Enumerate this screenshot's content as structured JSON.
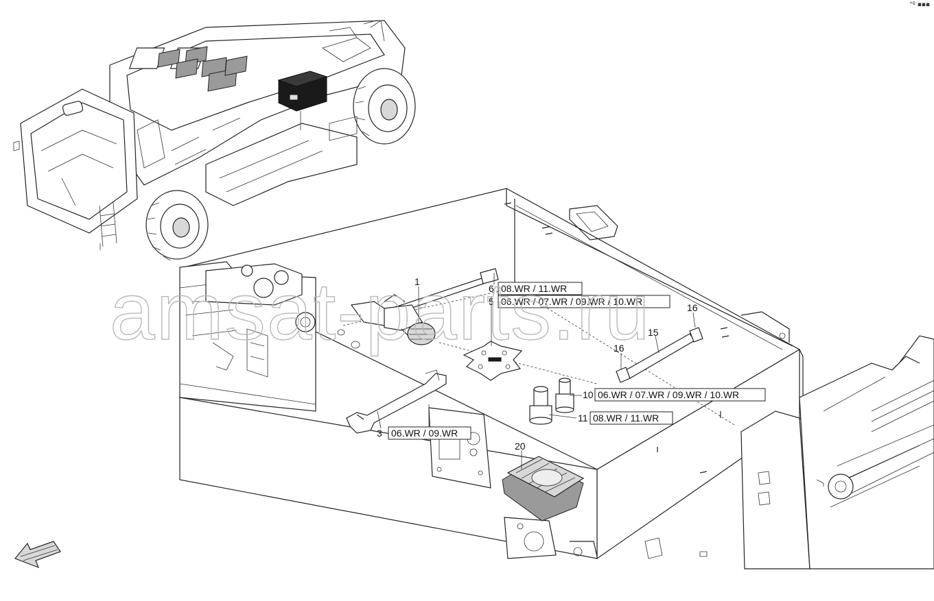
{
  "corner_mark": "°º ▪▪▪",
  "watermark": "amsat-parts.ru",
  "callouts": {
    "c1": {
      "num": "1"
    },
    "c3": {
      "num": "3",
      "code": "06.WR / 09.WR"
    },
    "c5": {
      "num": "5",
      "code": "06.WR / 07.WR / 09.WR / 10.WR"
    },
    "c6": {
      "num": "6",
      "code": "08.WR / 11.WR"
    },
    "c10": {
      "num": "10",
      "code": "06.WR / 07.WR / 09.WR / 10.WR"
    },
    "c11": {
      "num": "11",
      "code": "08.WR / 11.WR"
    },
    "c15": {
      "num": "15"
    },
    "c16a": {
      "num": "16"
    },
    "c16b": {
      "num": "16"
    },
    "c20": {
      "num": "20"
    }
  },
  "icons": {
    "machine": "reclaimer-machine-overview-icon",
    "toolbox": "toolbox-highlight-icon",
    "arrow": "direction-arrow-icon"
  },
  "colors": {
    "line": "#222222",
    "watermark": "#b8b8b8",
    "highlight": "#1a1a1a"
  }
}
